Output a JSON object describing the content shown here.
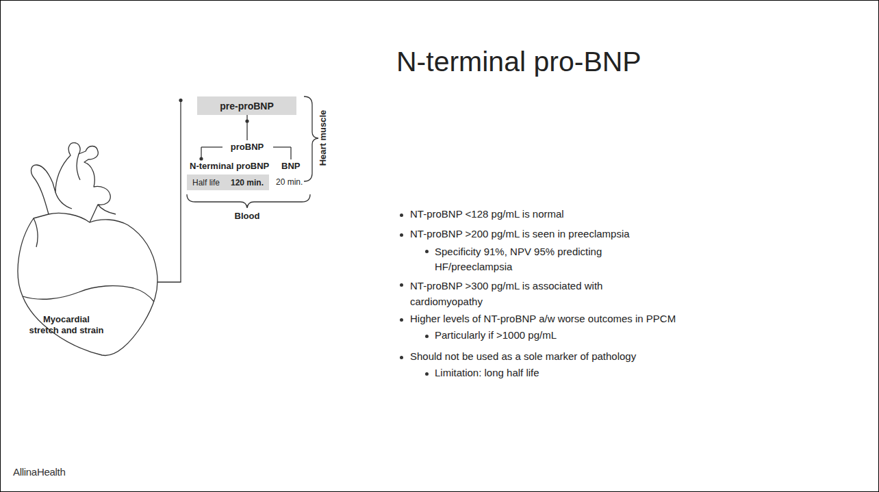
{
  "diagram": {
    "title": "N-terminal pro-BNP",
    "nodes": [
      {
        "text": [
          "Myocardial stretch and strain"
        ]
      },
      {
        "text": [
          "pre-proBNP"
        ]
      },
      {
        "text": [
          "Half life",
          "120 min."
        ]
      }
    ],
    "edges": [
      {
        "from": 0,
        "to": 1,
        "arrow": "none"
      }
    ],
    "labels": [
      "Heart muscle",
      "proBNP",
      "N-terminal proBNP",
      "BNP",
      "20 min.",
      "Blood",
      "NT-proBNP <128 pg/mL is normal",
      "NT-proBNP >200 pg/mL is seen in preeclampsia",
      "Specificity 91%, NPV 95% predicting HF/preeclampsia",
      "NT-proBNP >300 pg/mL is associated with cardiomyopathy",
      "Higher levels of NT-proBNP a/w worse outcomes in PPCM",
      "Particularly if >1000 pg/mL",
      "Should not be used as a sole marker of pathology",
      "Limitation: long half life",
      "AllinaHealth"
    ]
  }
}
